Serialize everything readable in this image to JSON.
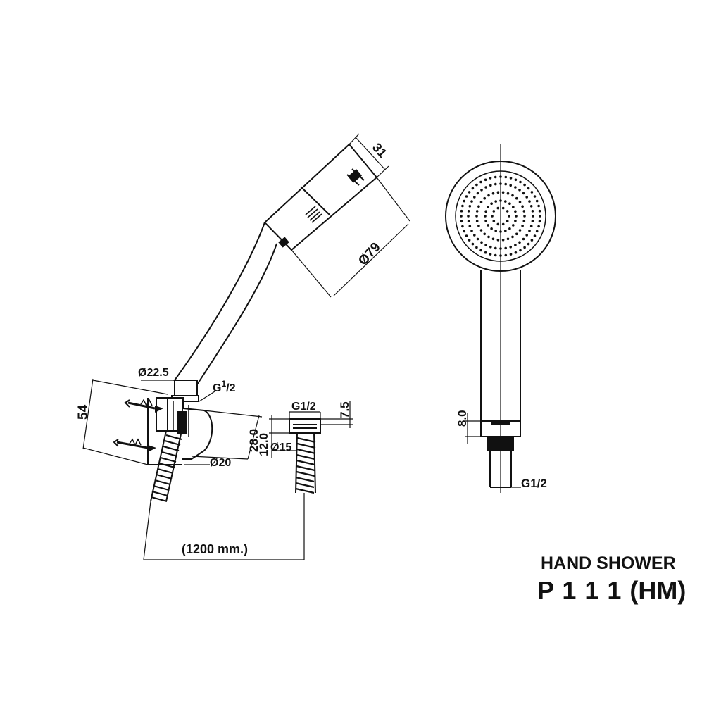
{
  "title": {
    "name": "HAND SHOWER",
    "model": "P 1 1 1 (HM)"
  },
  "dimensions": {
    "head_thickness": "31",
    "head_diameter": "Ø79",
    "handle_diameter": "Ø22.5",
    "thread_top": "G1/2",
    "holder_height": "54",
    "holder_depth": "28.0",
    "holder_bore": "Ø20",
    "hose_nut_thread": "G1/2",
    "hose_nut_length": "7.5",
    "hose_nut_height": "12.0",
    "hose_diameter": "Ø15",
    "hose_length": "(1200 mm.)",
    "front_collar": "8.0",
    "front_thread": "G1/2"
  },
  "colors": {
    "line": "#111111",
    "background": "#ffffff"
  }
}
